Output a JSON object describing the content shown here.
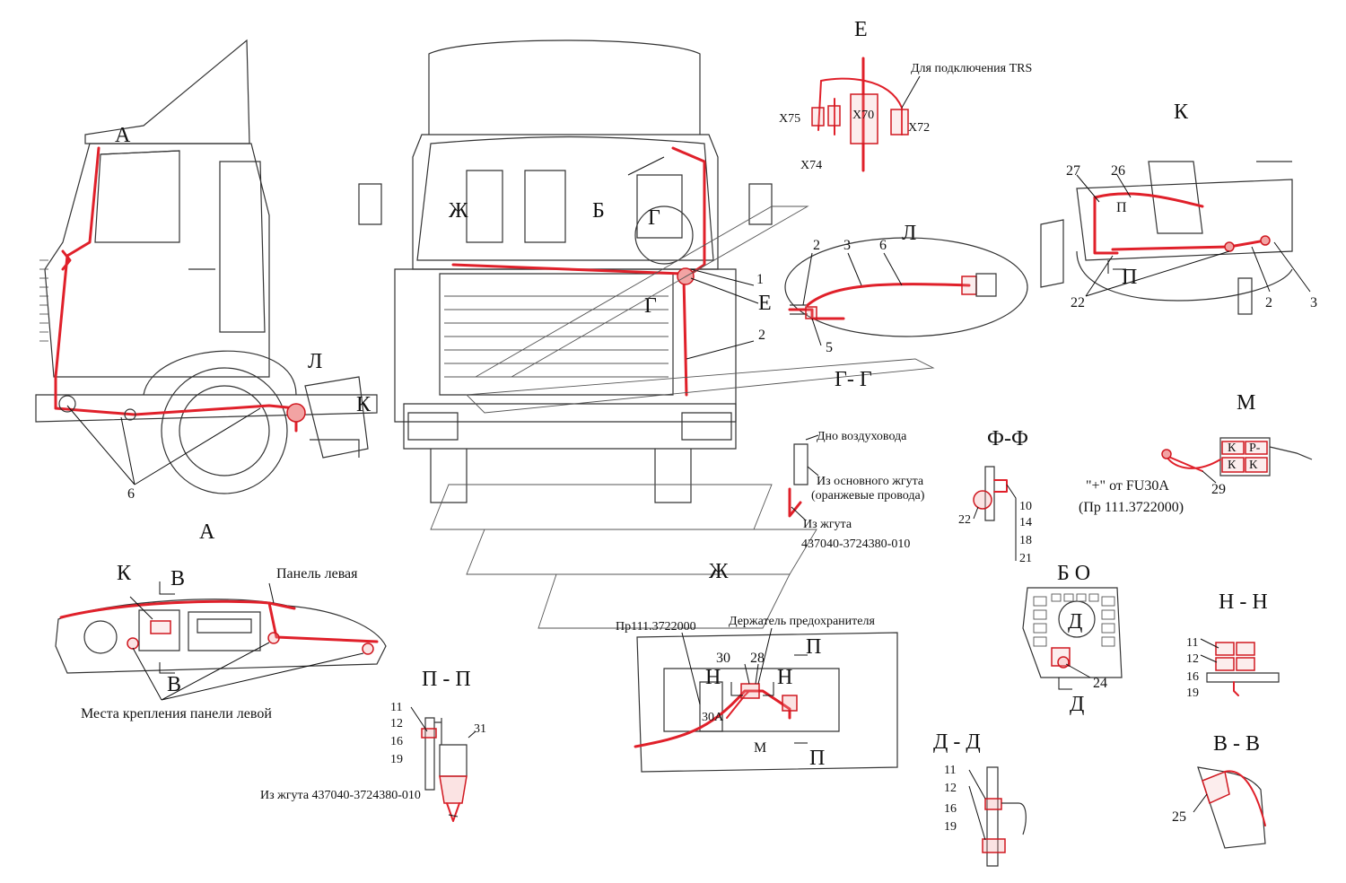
{
  "views": {
    "A": "А",
    "B": "Б",
    "V": "В",
    "G": "Г",
    "D": "Д",
    "E": "Е",
    "Zh": "Ж",
    "K": "К",
    "L": "Л",
    "M": "М",
    "N": "Н",
    "P": "П"
  },
  "sections": {
    "GG": "Г- Г",
    "FF": "Ф-Ф",
    "NN": "Н - Н",
    "PP": "П - П",
    "DD": "Д - Д",
    "VV": "В - В",
    "BO": "Б О"
  },
  "texts": {
    "trs": "Для подключения TRS",
    "x70": "X70",
    "x72": "X72",
    "x74": "X74",
    "x75": "X75",
    "duct_bottom": "Дно воздуховода",
    "main_harness": "Из основного жгута",
    "orange_wires": "(оранжевые провода)",
    "from_harness": "Из жгута",
    "harness_no": "437040-3724380-010",
    "left_panel": "Панель левая",
    "panel_mounts": "Места крепления панели левой",
    "from_harness_full": "Из жгута 437040-3724380-010",
    "pr": "Пр111.3722000",
    "fuse_holder": "Держатель предохранителя",
    "fuse_30a": "30А",
    "plus_from": "\"+\" от FU30A",
    "pr_paren": "(Пр 111.3722000)",
    "relay_k": "К",
    "relay_p": "Р-"
  },
  "numbers": {
    "n1": "1",
    "n2": "2",
    "n3": "3",
    "n5": "5",
    "n6": "6",
    "n10": "10",
    "n11": "11",
    "n12": "12",
    "n14": "14",
    "n16": "16",
    "n18": "18",
    "n19": "19",
    "n21": "21",
    "n22": "22",
    "n24": "24",
    "n25": "25",
    "n26": "26",
    "n27": "27",
    "n28": "28",
    "n29": "29",
    "n30": "30",
    "n31": "31"
  },
  "colors": {
    "wire": "#e0202a",
    "line": "#333333"
  }
}
